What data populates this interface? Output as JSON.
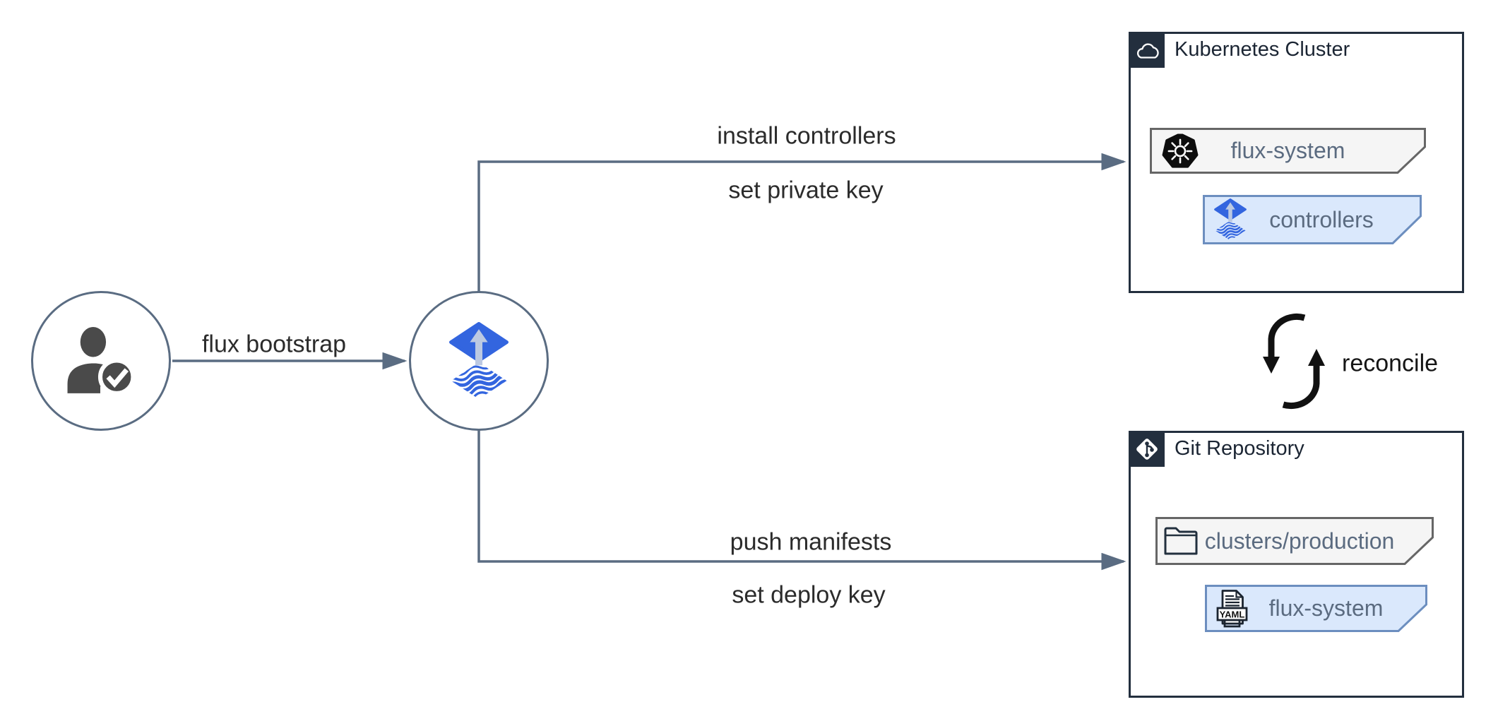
{
  "nodes": {
    "user": {
      "icon": "user-check"
    },
    "flux_cli": {
      "icon": "flux-logo"
    },
    "kubernetes_cluster": {
      "title": "Kubernetes Cluster",
      "header_icon": "cloud",
      "items": [
        {
          "label": "flux-system",
          "icon": "kubernetes-wheel",
          "style": "gray"
        },
        {
          "label": "controllers",
          "icon": "flux-logo",
          "style": "blue"
        }
      ]
    },
    "git_repository": {
      "title": "Git Repository",
      "header_icon": "git-branch",
      "items": [
        {
          "label": "clusters/production",
          "icon": "folder",
          "style": "gray"
        },
        {
          "label": "flux-system",
          "icon": "yaml-file",
          "style": "blue"
        }
      ]
    }
  },
  "edges": {
    "bootstrap": {
      "label": "flux bootstrap"
    },
    "install": {
      "labels": [
        "install controllers",
        "set private key"
      ]
    },
    "push": {
      "labels": [
        "push manifests",
        "set deploy key"
      ]
    },
    "reconcile": {
      "label": "reconcile",
      "icon": "sync-cycle"
    }
  },
  "icons": {
    "yaml_badge_text": "YAML"
  },
  "colors": {
    "connector": "#5a6c82",
    "edge_label_text": "#2b2b2b",
    "container_border": "#232f3e",
    "header_badge_bg": "#232f3e",
    "container_title_text": "#1b2533",
    "item_gray_fill": "#f5f5f5",
    "item_gray_border": "#666666",
    "item_blue_fill": "#dae8fc",
    "item_blue_border": "#6c8ebf",
    "item_label_text": "#5b6b80",
    "flux_blue": "#3365df",
    "flux_arrow_light": "#bcc9e2",
    "person_icon": "#4a4a4a",
    "reconcile_icon": "#111111"
  }
}
